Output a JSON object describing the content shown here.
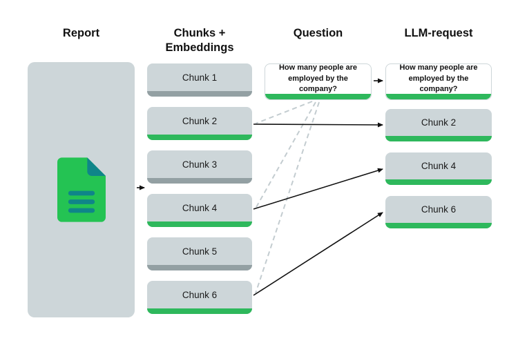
{
  "headers": {
    "report": "Report",
    "chunks": "Chunks +\nEmbeddings",
    "question": "Question",
    "llm": "LLM-request"
  },
  "report": {
    "icon": "document-icon"
  },
  "chunks": {
    "items": [
      {
        "label": "Chunk 1",
        "embedding": "gray"
      },
      {
        "label": "Chunk 2",
        "embedding": "green"
      },
      {
        "label": "Chunk 3",
        "embedding": "gray"
      },
      {
        "label": "Chunk 4",
        "embedding": "green"
      },
      {
        "label": "Chunk 5",
        "embedding": "gray"
      },
      {
        "label": "Chunk 6",
        "embedding": "green"
      }
    ]
  },
  "question": {
    "text": "How many people are employed by the company?"
  },
  "llm": {
    "question_text": "How many people are employed by the company?",
    "items": [
      {
        "label": "Chunk 2"
      },
      {
        "label": "Chunk 4"
      },
      {
        "label": "Chunk 6"
      }
    ]
  },
  "colors": {
    "box_gray": "#cdd6d9",
    "bar_gray": "#93a0a3",
    "accent_green": "#2eb85c",
    "doc_green": "#24c353",
    "doc_teal": "#0f8589",
    "arrow_black": "#111111",
    "dashed_gray": "#c3ccd0"
  }
}
